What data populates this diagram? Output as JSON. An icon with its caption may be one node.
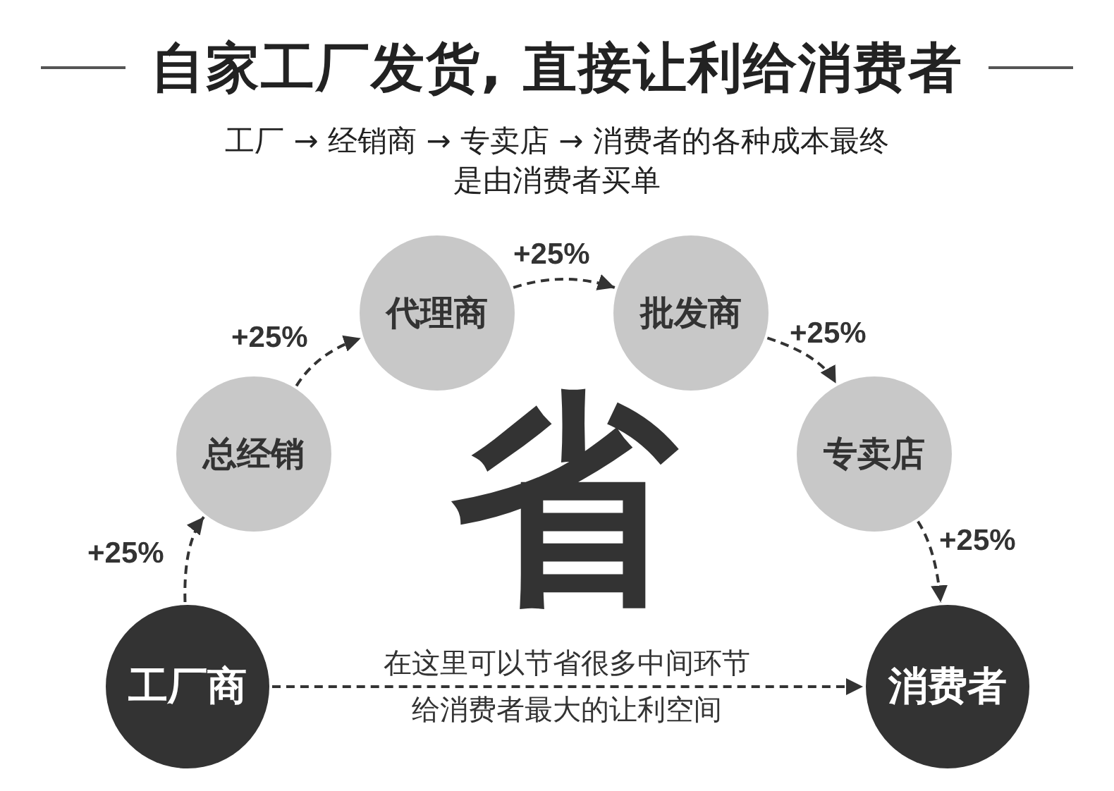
{
  "diagram": {
    "title": "自家工厂发货, 直接让利给消费者",
    "nodes": [
      {
        "text": [
          "工厂商"
        ]
      },
      {
        "text": [
          "总经销"
        ]
      },
      {
        "text": [
          "代理商"
        ]
      },
      {
        "text": [
          "批发商"
        ]
      },
      {
        "text": [
          "专卖店"
        ]
      },
      {
        "text": [
          "消费者"
        ]
      }
    ],
    "edges": [
      {
        "from": 0,
        "to": 1,
        "arrow": "to",
        "label": "+25%",
        "style": "dashed"
      },
      {
        "from": 1,
        "to": 2,
        "arrow": "to",
        "label": "+25%",
        "style": "dashed"
      },
      {
        "from": 2,
        "to": 3,
        "arrow": "to",
        "label": "+25%",
        "style": "dashed"
      },
      {
        "from": 3,
        "to": 4,
        "arrow": "to",
        "label": "+25%",
        "style": "dashed"
      },
      {
        "from": 4,
        "to": 5,
        "arrow": "to",
        "label": "+25%",
        "style": "dashed"
      },
      {
        "from": 0,
        "to": 5,
        "arrow": "to",
        "label": "在这里可以节省很多中间环节给消费者最大的让利空间",
        "style": "dashed"
      }
    ],
    "labels": [
      "工厂 → 经销商 → 专卖店 → 消费者的各种成本最终是由消费者买单",
      "省"
    ]
  }
}
